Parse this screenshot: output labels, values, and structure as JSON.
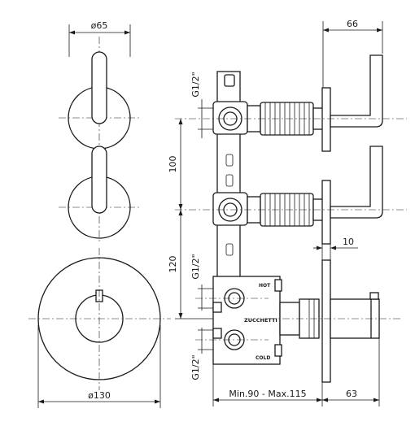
{
  "dimensions": {
    "handle_diameter": "ø65",
    "plate_diameter": "ø130",
    "handle_depth": "66",
    "spacing_upper": "100",
    "spacing_lower": "120",
    "thread_top": "G1/2\"",
    "thread_hot": "G1/2\"",
    "thread_cold": "G1/2\"",
    "plate_thickness": "10",
    "install_depth": "Min.90 - Max.115",
    "front_depth": "63"
  },
  "labels": {
    "hot": "HOT",
    "cold": "COLD",
    "brand": "ZUCCHETTI"
  }
}
